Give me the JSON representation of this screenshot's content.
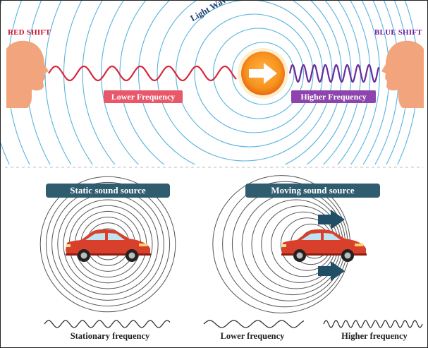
{
  "top": {
    "red_shift_label": "RED SHIFT",
    "blue_shift_label": "BLUE SHIFT",
    "light_waves_label": "Light Waves",
    "lower_frequency_label": "Lower Frequency",
    "higher_frequency_label": "Higher Frequency"
  },
  "bottom": {
    "static_title": "Static sound source",
    "moving_title": "Moving sound source",
    "stationary_caption": "Stationary frequency",
    "lower_caption": "Lower frequency",
    "higher_caption": "Higher frequency"
  },
  "colors": {
    "red_wave": "#d6283a",
    "blue_wave": "#6a2a9a",
    "lower_pill": "#e8576a",
    "higher_pill": "#8e44ad",
    "rings": "#3aa6d8",
    "sun": "#f7931e",
    "face": "#f2a57c",
    "banner": "#2f5c6e",
    "car": "#d9402b",
    "arrow": "#1f4e66",
    "red_text": "#c8102e",
    "purple_text": "#6a1b9a",
    "light_waves_text": "#1d3c6e"
  },
  "icons": [
    "left-face-icon",
    "right-face-icon",
    "sun-arrow-icon",
    "car-icon",
    "motion-arrow-icon"
  ]
}
